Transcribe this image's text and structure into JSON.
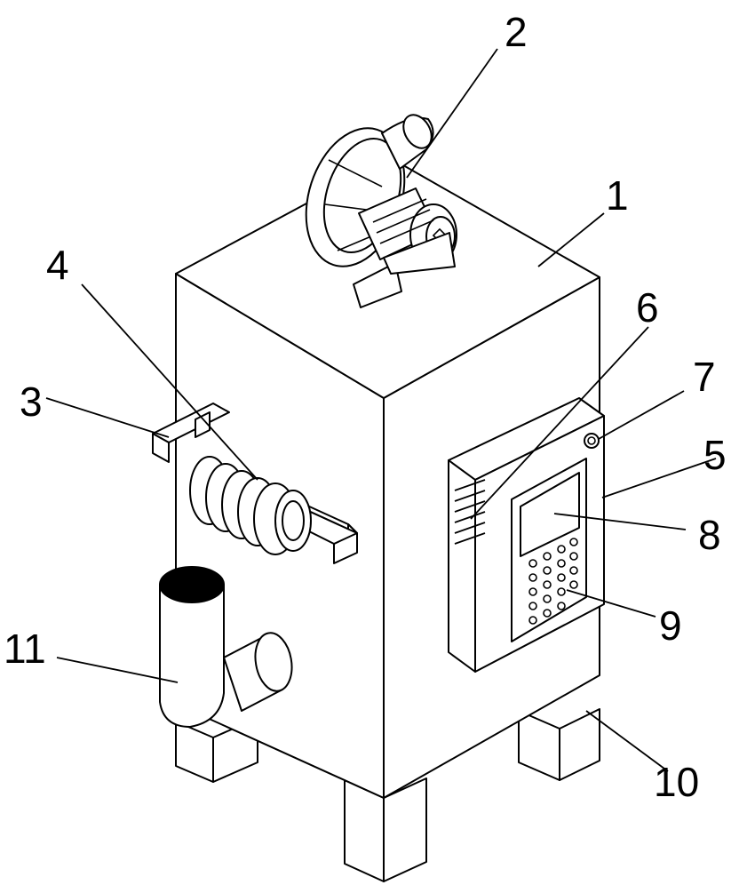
{
  "figure": {
    "labels": [
      {
        "id": "1",
        "text": "1"
      },
      {
        "id": "2",
        "text": "2"
      },
      {
        "id": "3",
        "text": "3"
      },
      {
        "id": "4",
        "text": "4"
      },
      {
        "id": "5",
        "text": "5"
      },
      {
        "id": "6",
        "text": "6"
      },
      {
        "id": "7",
        "text": "7"
      },
      {
        "id": "8",
        "text": "8"
      },
      {
        "id": "9",
        "text": "9"
      },
      {
        "id": "10",
        "text": "10"
      },
      {
        "id": "11",
        "text": "11"
      }
    ],
    "colors": {
      "line": "#000000",
      "background": "#ffffff",
      "pipe_opening": "#000000"
    }
  }
}
